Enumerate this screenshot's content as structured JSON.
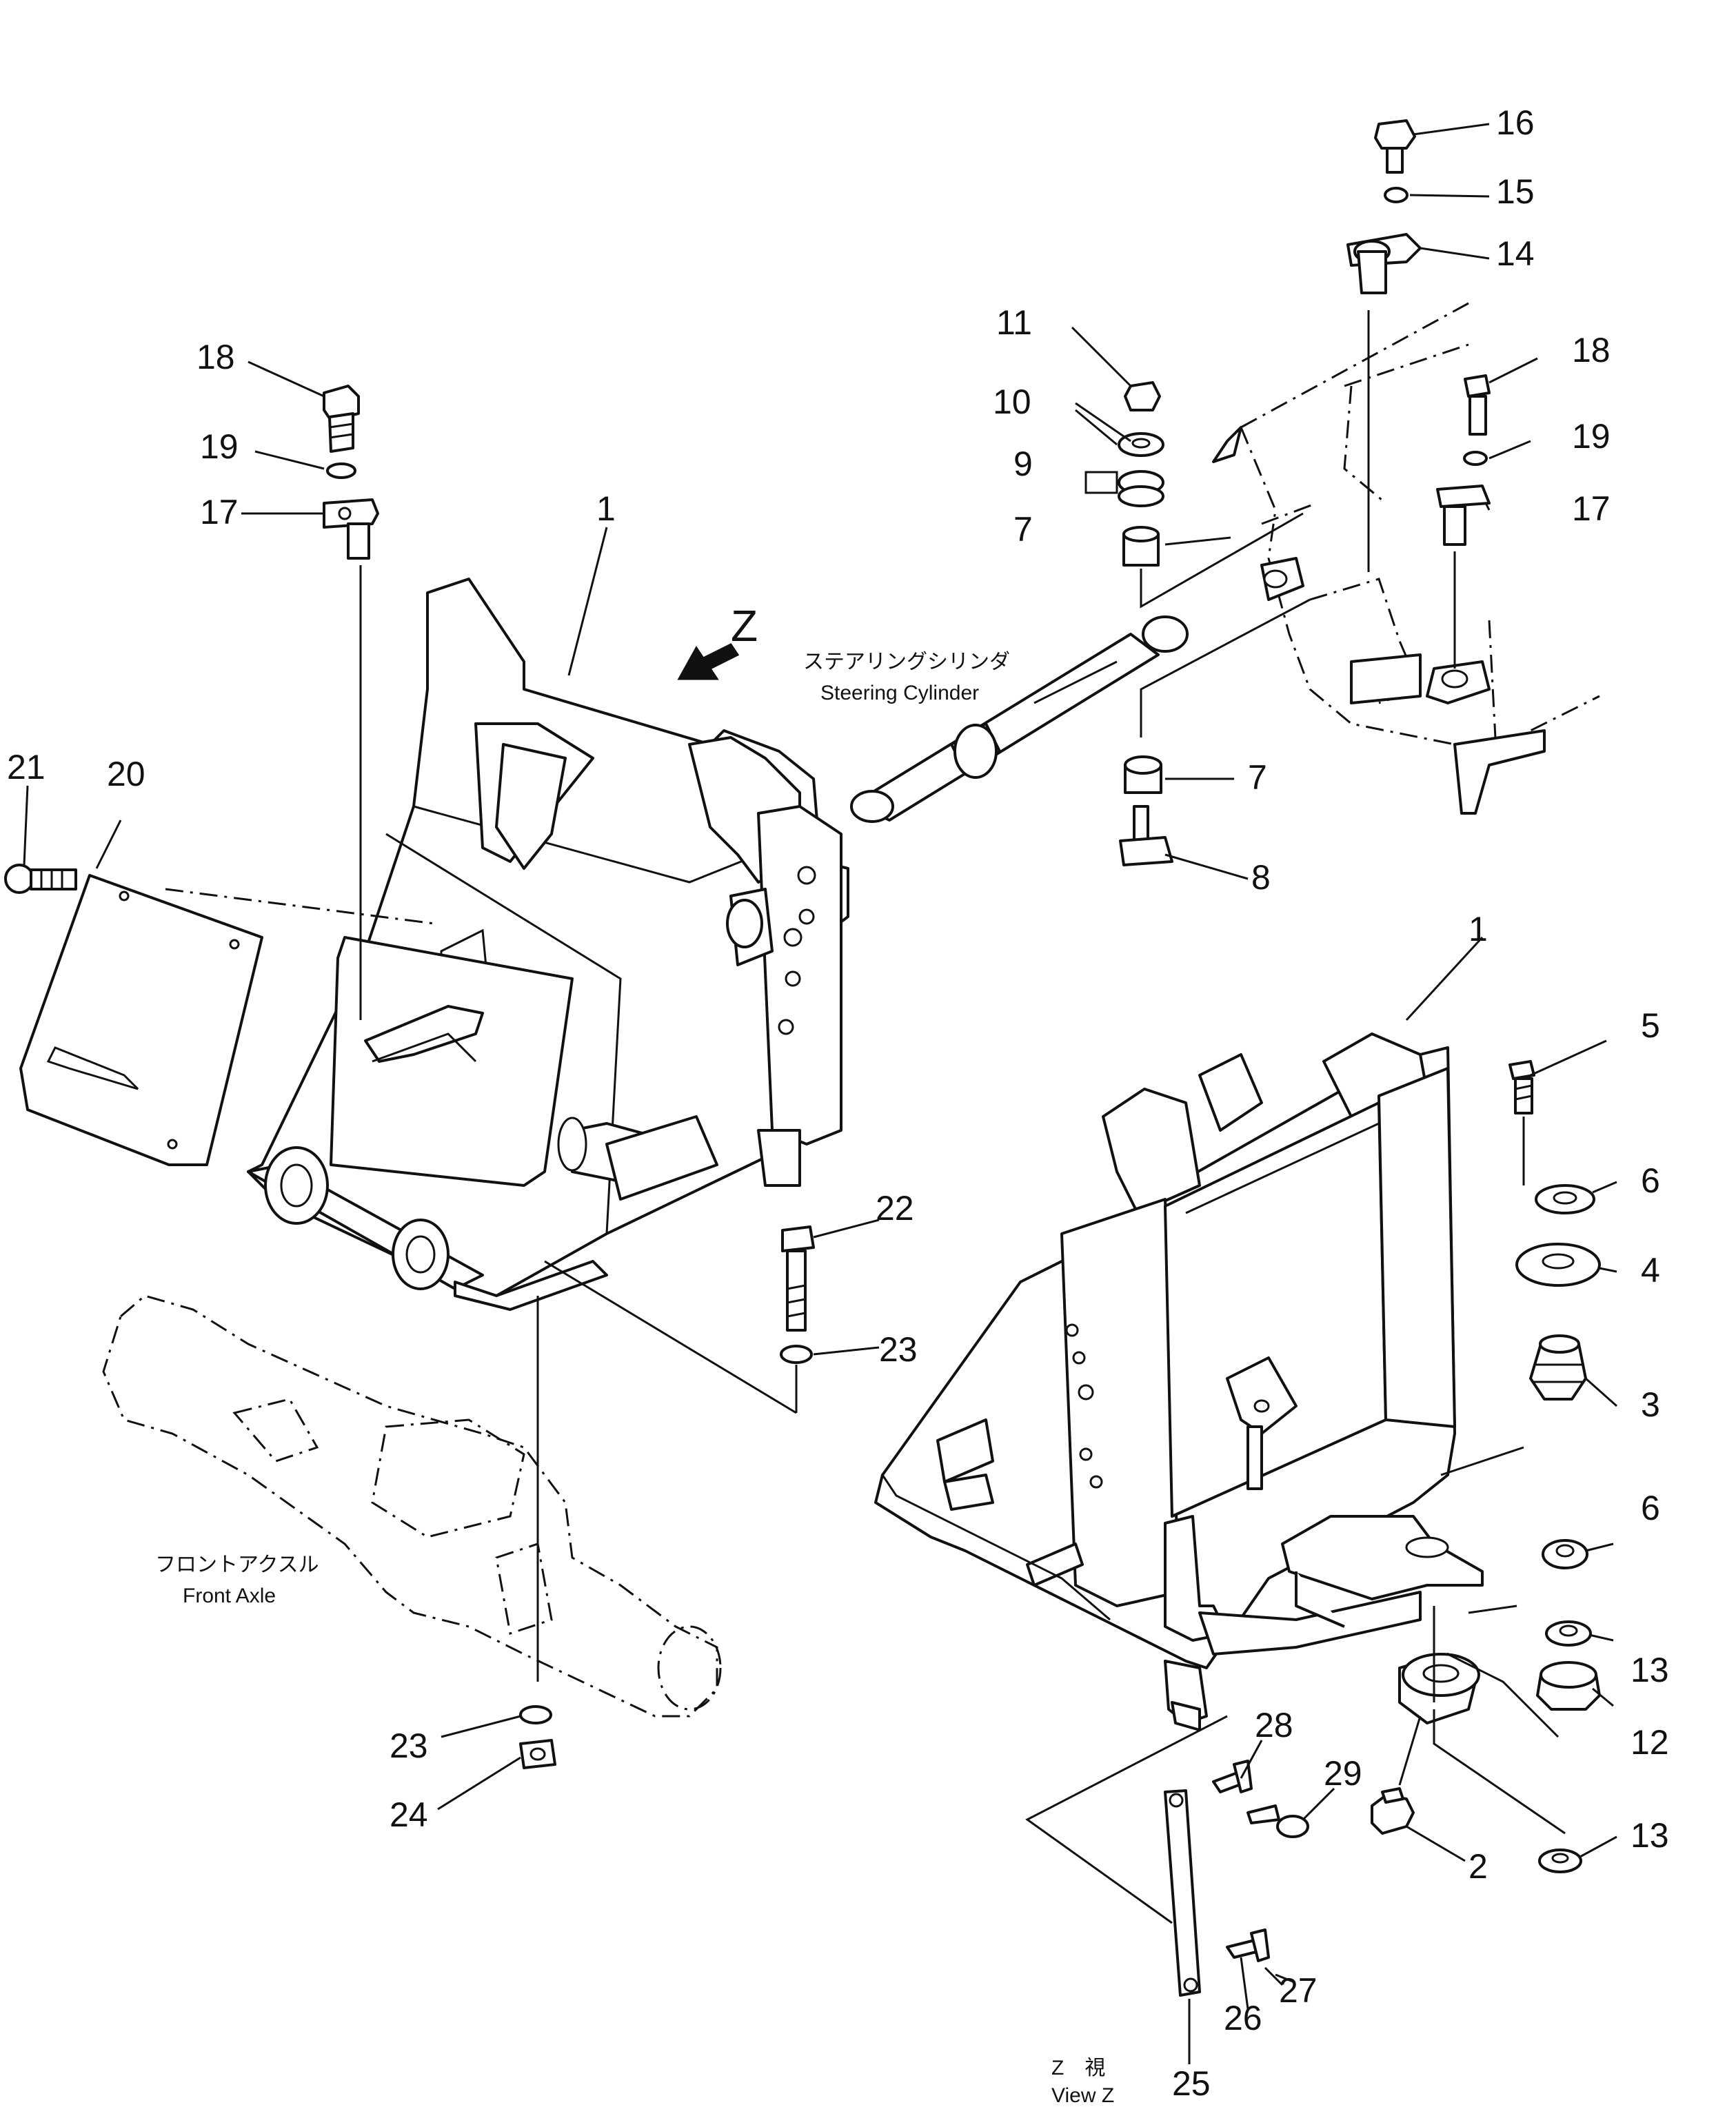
{
  "parts": [
    {
      "id": "p1a",
      "label": "1"
    },
    {
      "id": "p1b",
      "label": "1"
    },
    {
      "id": "p2",
      "label": "2"
    },
    {
      "id": "p3",
      "label": "3"
    },
    {
      "id": "p4",
      "label": "4"
    },
    {
      "id": "p5",
      "label": "5"
    },
    {
      "id": "p6a",
      "label": "6"
    },
    {
      "id": "p6b",
      "label": "6"
    },
    {
      "id": "p7a",
      "label": "7"
    },
    {
      "id": "p7b",
      "label": "7"
    },
    {
      "id": "p8",
      "label": "8"
    },
    {
      "id": "p9",
      "label": "9"
    },
    {
      "id": "p10",
      "label": "10"
    },
    {
      "id": "p11",
      "label": "11"
    },
    {
      "id": "p12",
      "label": "12"
    },
    {
      "id": "p13a",
      "label": "13"
    },
    {
      "id": "p13b",
      "label": "13"
    },
    {
      "id": "p14",
      "label": "14"
    },
    {
      "id": "p15",
      "label": "15"
    },
    {
      "id": "p16",
      "label": "16"
    },
    {
      "id": "p17a",
      "label": "17"
    },
    {
      "id": "p17b",
      "label": "17"
    },
    {
      "id": "p18a",
      "label": "18"
    },
    {
      "id": "p18b",
      "label": "18"
    },
    {
      "id": "p19a",
      "label": "19"
    },
    {
      "id": "p19b",
      "label": "19"
    },
    {
      "id": "p20",
      "label": "20"
    },
    {
      "id": "p21",
      "label": "21"
    },
    {
      "id": "p22",
      "label": "22"
    },
    {
      "id": "p23a",
      "label": "23"
    },
    {
      "id": "p23b",
      "label": "23"
    },
    {
      "id": "p24",
      "label": "24"
    },
    {
      "id": "p25",
      "label": "25"
    },
    {
      "id": "p26",
      "label": "26"
    },
    {
      "id": "p27",
      "label": "27"
    },
    {
      "id": "p28",
      "label": "28"
    },
    {
      "id": "p29",
      "label": "29"
    }
  ],
  "captions": {
    "view_arrow": "Z",
    "steering_cylinder_jp": "ステアリングシリンダ",
    "steering_cylinder_en": "Steering Cylinder",
    "front_axle_jp": "フロントアクスル",
    "front_axle_en": "Front Axle",
    "view_z_jp": "Z　視",
    "view_z_en": "View Z"
  }
}
